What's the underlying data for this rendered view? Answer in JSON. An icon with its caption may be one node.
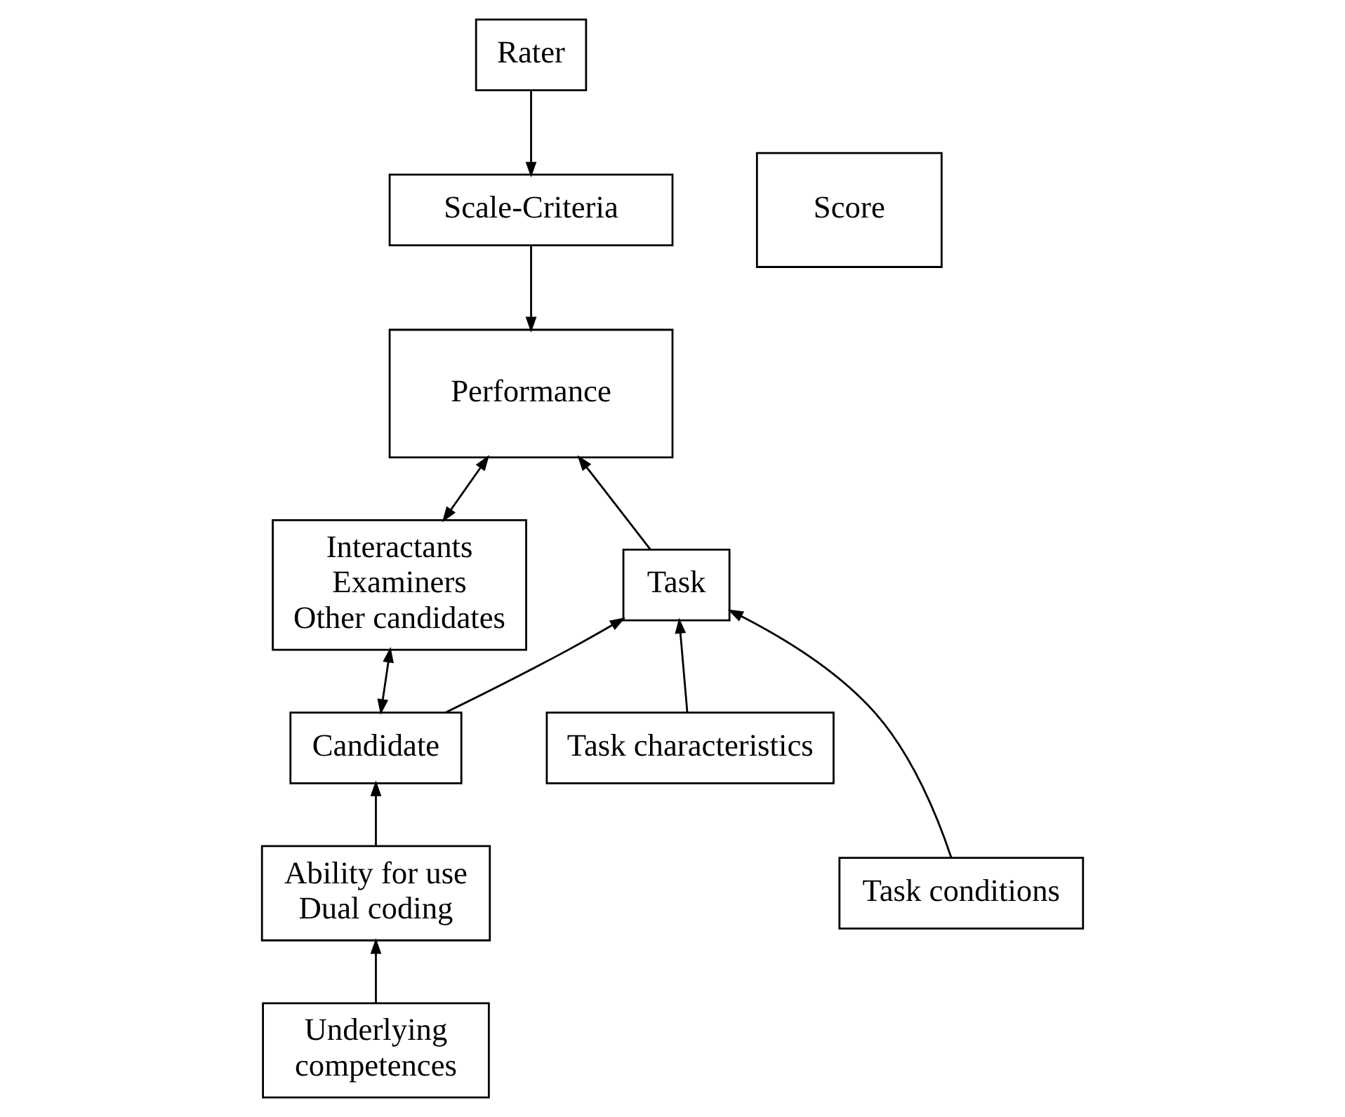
{
  "diagram": {
    "nodes": [
      {
        "text": [
          "Rater"
        ]
      },
      {
        "text": [
          "Scale-Criteria"
        ]
      },
      {
        "text": [
          "Performance"
        ]
      },
      {
        "text": [
          "Score"
        ]
      },
      {
        "text": [
          "Interactants",
          "Examiners",
          "Other candidates"
        ]
      },
      {
        "text": [
          "Task"
        ]
      },
      {
        "text": [
          "Candidate"
        ]
      },
      {
        "text": [
          "Task characteristics"
        ]
      },
      {
        "text": [
          "Task conditions"
        ]
      },
      {
        "text": [
          "Ability for use",
          "Dual coding"
        ]
      },
      {
        "text": [
          "Underlying competences"
        ]
      }
    ],
    "edges": [
      {
        "from": 0,
        "to": 1,
        "arrow": "to"
      },
      {
        "from": 1,
        "to": 2,
        "arrow": "to"
      },
      {
        "from": 4,
        "to": 2,
        "arrow": "both"
      },
      {
        "from": 5,
        "to": 2,
        "arrow": "to"
      },
      {
        "from": 4,
        "to": 6,
        "arrow": "both"
      },
      {
        "from": 6,
        "to": 5,
        "arrow": "to"
      },
      {
        "from": 7,
        "to": 5,
        "arrow": "to"
      },
      {
        "from": 8,
        "to": 5,
        "arrow": "to"
      },
      {
        "from": 9,
        "to": 6,
        "arrow": "to"
      },
      {
        "from": 10,
        "to": 9,
        "arrow": "to"
      }
    ]
  }
}
